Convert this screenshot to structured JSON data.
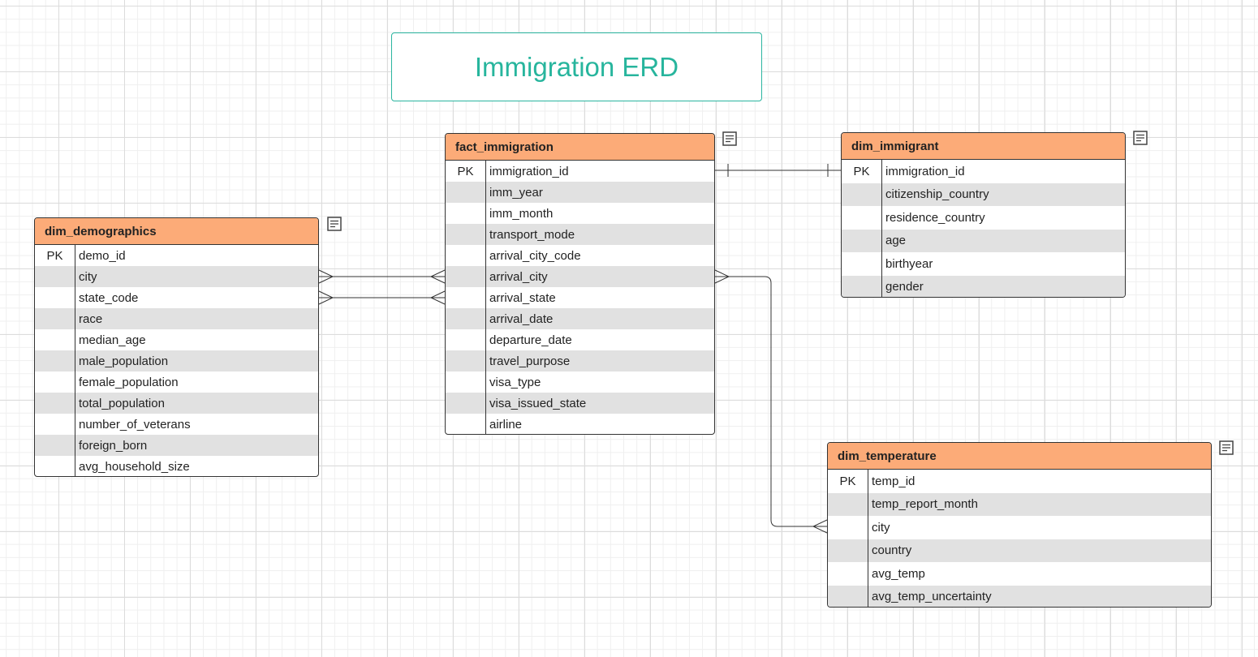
{
  "title": "Immigration ERD",
  "colors": {
    "header_fill": "#fcab78",
    "title_text": "#27b59d",
    "alt_row": "#e1e1e1",
    "border": "#333333"
  },
  "entities": {
    "fact_immigration": {
      "name": "fact_immigration",
      "fields": [
        {
          "key": "PK",
          "name": "immigration_id"
        },
        {
          "key": "",
          "name": "imm_year"
        },
        {
          "key": "",
          "name": "imm_month"
        },
        {
          "key": "",
          "name": "transport_mode"
        },
        {
          "key": "",
          "name": "arrival_city_code"
        },
        {
          "key": "",
          "name": "arrival_city"
        },
        {
          "key": "",
          "name": "arrival_state"
        },
        {
          "key": "",
          "name": "arrival_date"
        },
        {
          "key": "",
          "name": "departure_date"
        },
        {
          "key": "",
          "name": "travel_purpose"
        },
        {
          "key": "",
          "name": "visa_type"
        },
        {
          "key": "",
          "name": "visa_issued_state"
        },
        {
          "key": "",
          "name": "airline"
        }
      ]
    },
    "dim_immigrant": {
      "name": "dim_immigrant",
      "fields": [
        {
          "key": "PK",
          "name": "immigration_id"
        },
        {
          "key": "",
          "name": "citizenship_country"
        },
        {
          "key": "",
          "name": "residence_country"
        },
        {
          "key": "",
          "name": "age"
        },
        {
          "key": "",
          "name": "birthyear"
        },
        {
          "key": "",
          "name": "gender"
        }
      ]
    },
    "dim_demographics": {
      "name": "dim_demographics",
      "fields": [
        {
          "key": "PK",
          "name": "demo_id"
        },
        {
          "key": "",
          "name": "city"
        },
        {
          "key": "",
          "name": "state_code"
        },
        {
          "key": "",
          "name": "race"
        },
        {
          "key": "",
          "name": "median_age"
        },
        {
          "key": "",
          "name": "male_population"
        },
        {
          "key": "",
          "name": "female_population"
        },
        {
          "key": "",
          "name": "total_population"
        },
        {
          "key": "",
          "name": "number_of_veterans"
        },
        {
          "key": "",
          "name": "foreign_born"
        },
        {
          "key": "",
          "name": "avg_household_size"
        }
      ]
    },
    "dim_temperature": {
      "name": "dim_temperature",
      "fields": [
        {
          "key": "PK",
          "name": "temp_id"
        },
        {
          "key": "",
          "name": "temp_report_month"
        },
        {
          "key": "",
          "name": "city"
        },
        {
          "key": "",
          "name": "country"
        },
        {
          "key": "",
          "name": "avg_temp"
        },
        {
          "key": "",
          "name": "avg_temp_uncertainty"
        }
      ]
    }
  },
  "relationships": [
    {
      "from": "fact_immigration.immigration_id",
      "to": "dim_immigrant.immigration_id",
      "type": "one-to-one"
    },
    {
      "from": "dim_demographics.city",
      "to": "fact_immigration.arrival_city",
      "type": "many-to-many"
    },
    {
      "from": "dim_demographics.state_code",
      "to": "fact_immigration.arrival_state",
      "type": "many-to-many"
    },
    {
      "from": "fact_immigration.arrival_city",
      "to": "dim_temperature.city",
      "type": "many-to-many"
    }
  ],
  "icons": {
    "note": "note-icon"
  }
}
